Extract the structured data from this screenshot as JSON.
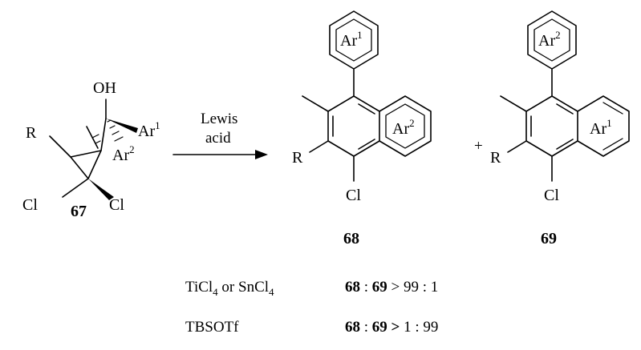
{
  "reactant": {
    "label": "67",
    "substituents": {
      "r": "R",
      "oh": "OH",
      "ar1": "Ar",
      "ar1_sup": "1",
      "ar2": "Ar",
      "ar2_sup": "2",
      "cl_left": "Cl",
      "cl_right": "Cl"
    }
  },
  "arrow": {
    "line1": "Lewis",
    "line2": "acid"
  },
  "product1": {
    "label": "68",
    "top_ring": "Ar",
    "top_ring_sup": "1",
    "fused_ring": "Ar",
    "fused_ring_sup": "2",
    "r": "R",
    "cl": "Cl"
  },
  "plus": "+",
  "product2": {
    "label": "69",
    "top_ring": "Ar",
    "top_ring_sup": "2",
    "fused_ring": "Ar",
    "fused_ring_sup": "1",
    "r": "R",
    "cl": "Cl"
  },
  "conditions": [
    {
      "reagent_a": "TiCl",
      "reagent_a_sub": "4",
      "or": " or ",
      "reagent_b": "SnCl",
      "reagent_b_sub": "4",
      "p1": "68",
      "colon1": " : ",
      "p2": "69",
      "ratio": " > 99 : 1"
    },
    {
      "reagent": "TBSOTf",
      "p1": "68",
      "colon1": " : ",
      "p2": "69",
      "ratio_sym": " > ",
      "ratio": "1 : 99"
    }
  ]
}
